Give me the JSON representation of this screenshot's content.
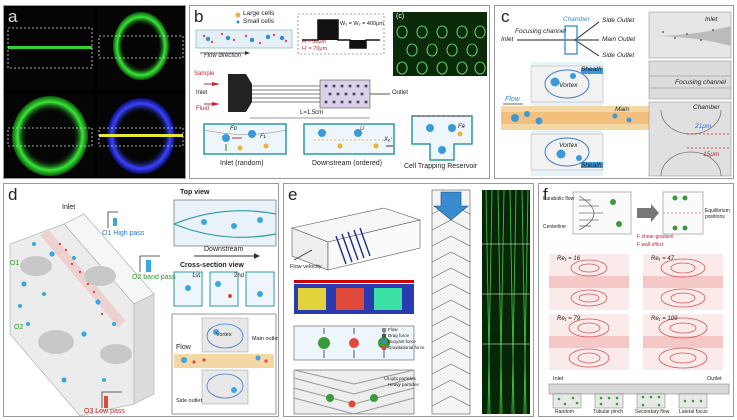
{
  "panels": {
    "a": {
      "label": "a"
    },
    "b": {
      "label": "b",
      "legend_large": "Large cells",
      "legend_small": "Small cells",
      "flow_direction": "Flow direction",
      "dim_w": "W₁ = W₂ = 400μm",
      "dim_h": "H = 50μm",
      "dim_h2": "H' = 70μm",
      "inset_c": "(c)",
      "sample": "Sample",
      "inlet": "Inlet",
      "fluid": "Fluid",
      "outlet": "Outlet",
      "length": "L=1.5cm",
      "cap_inlet": "Inlet (random)",
      "cap_down": "Downstream (ordered)",
      "cap_trap": "Cell Trapping Reservoir",
      "f_d": "Fᴅ",
      "f_l": "Fʟ",
      "f_r": "Fʀ",
      "u": "U",
      "x_eq": "Xₑⁱ"
    },
    "c": {
      "label": "c",
      "chamber": "Chamber",
      "side_outlet_1": "Side Outlet",
      "main_outlet": "Main Outlet",
      "side_outlet_2": "Side Outlet",
      "inlet": "Inlet",
      "focusing_channel": "Focusing channel",
      "sheath_top": "Sheath",
      "vortex_top": "Vortex",
      "flow": "Flow",
      "main": "Main",
      "vortex_bottom": "Vortex",
      "sheath_bottom": "Sheath",
      "photo_inlet": "Inlet",
      "photo_focusing": "Focusing channel",
      "photo_chamber": "Chamber",
      "dim_21": "21μm",
      "dim_15": "15μm"
    },
    "d": {
      "label": "d",
      "inlet": "Inlet",
      "o1": "O1",
      "o1_pass": "O1 High pass",
      "o2": "O2",
      "o2_pass": "O2 band pass",
      "o3_pass": "O3 Low pass",
      "top_view": "Top view",
      "downstream": "Downstream",
      "cross_section": "Cross-section view",
      "first": "1st",
      "second": "2nd",
      "flow": "Flow",
      "vortex": "Vortex",
      "main_outlet": "Main outlet",
      "side_outlet": "Side outlet"
    },
    "e": {
      "label": "e",
      "flow_velocity": "Flow velocity",
      "legend_flow": "Flow",
      "legend_drag": "Drag force",
      "legend_buoyant": "Buoyant force",
      "legend_gravity": "Gravitational force",
      "legend_light": "Light particles",
      "legend_heavy": "Heavy particles"
    },
    "f": {
      "label": "f",
      "parabolic_flow": "Parabolic flow",
      "centerline": "Centerline",
      "equilibrium": "Equilibrium positions",
      "f_shear": "F shear-gradient",
      "f_wall": "F wall effect",
      "re16": "Re₁ = 16",
      "re47": "Re₁ = 47",
      "re79": "Re₁ = 79",
      "re109": "Re₁ = 109",
      "inlet": "Inlet",
      "outlet": "Outlet",
      "s_random": "Random",
      "s_tubular": "Tubular pinch",
      "s_secondary": "Secondary flow",
      "s_lateral": "Lateral focus"
    }
  },
  "colors": {
    "green": "#3ee83a",
    "blue": "#3a3ee8",
    "cell_blue": "#3aa8e0",
    "cell_red": "#e04a3a",
    "channel": "#d8e8f2"
  }
}
